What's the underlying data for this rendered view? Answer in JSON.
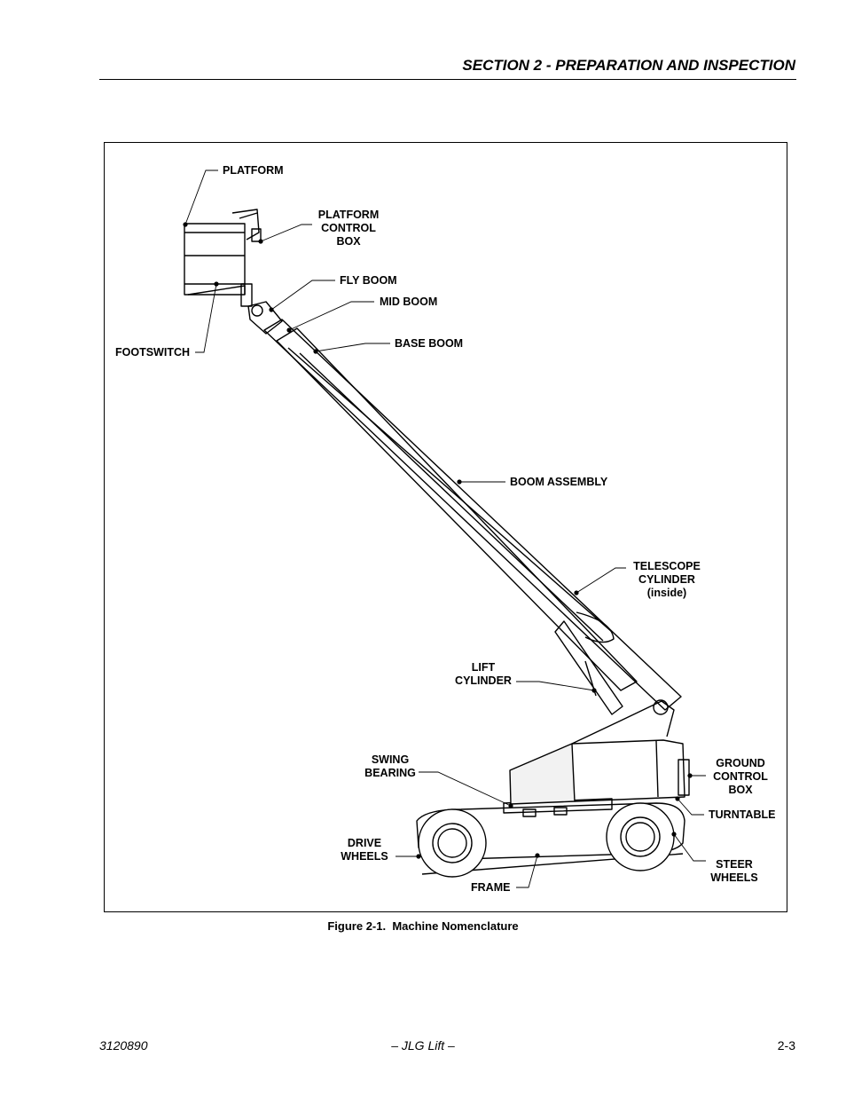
{
  "header": {
    "section_title": "SECTION 2 - PREPARATION AND INSPECTION"
  },
  "figure": {
    "caption": "Figure 2-1.  Machine Nomenclature",
    "callouts": {
      "platform": "PLATFORM",
      "platform_control_box": [
        "PLATFORM",
        "CONTROL",
        "BOX"
      ],
      "fly_boom": "FLY BOOM",
      "mid_boom": "MID BOOM",
      "base_boom": "BASE BOOM",
      "footswitch": "FOOTSWITCH",
      "boom_assembly": "BOOM ASSEMBLY",
      "telescope_cylinder": [
        "TELESCOPE",
        "CYLINDER",
        "(inside)"
      ],
      "lift_cylinder": [
        "LIFT",
        "CYLINDER"
      ],
      "swing_bearing": [
        "SWING",
        "BEARING"
      ],
      "ground_control_box": [
        "GROUND",
        "CONTROL",
        "BOX"
      ],
      "turntable": "TURNTABLE",
      "drive_wheels": [
        "DRIVE",
        "WHEELS"
      ],
      "steer_wheels": [
        "STEER",
        "WHEELS"
      ],
      "frame": "FRAME"
    }
  },
  "footer": {
    "doc_number": "3120890",
    "publisher": "– JLG Lift –",
    "page_number": "2-3"
  }
}
